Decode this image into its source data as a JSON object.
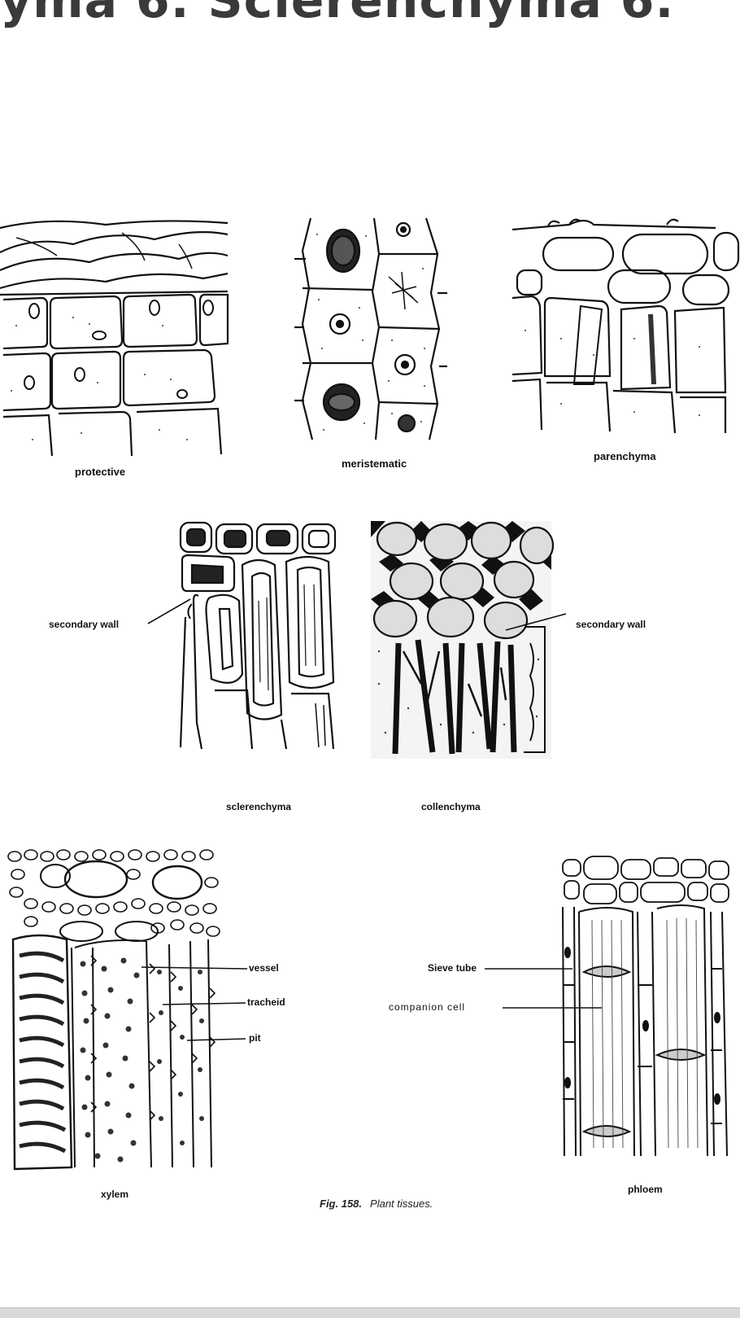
{
  "heading": "yma 6. Sclerenchyma 6.",
  "labels": {
    "protective": "protective",
    "meristematic": "meristematic",
    "parenchyma": "parenchyma",
    "secondary_wall_left": "secondary wall",
    "secondary_wall_right": "secondary wall",
    "sclerenchyma": "sclerenchyma",
    "collenchyma": "collenchyma",
    "vessel": "vessel",
    "tracheid": "tracheid",
    "pit": "pit",
    "xylem": "xylem",
    "sieve_tube": "Sieve tube",
    "companion_cell": "companion cell",
    "phloem": "phloem"
  },
  "caption": {
    "figure": "Fig. 158.",
    "text": "Plant tissues."
  },
  "colors": {
    "ink": "#111111",
    "background": "#ffffff",
    "heading": "#3a3a3a"
  }
}
